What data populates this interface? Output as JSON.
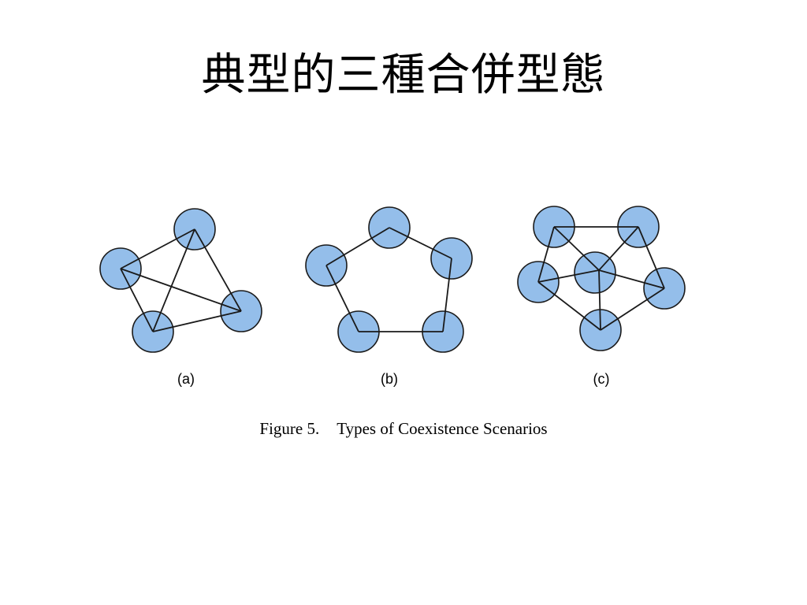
{
  "slide": {
    "title": "典型的三種合併型態"
  },
  "figure": {
    "node_color": "#94BEEA",
    "panels": [
      {
        "label": "(a)",
        "node_count": 4,
        "edges": [
          [
            0,
            1
          ],
          [
            0,
            2
          ],
          [
            0,
            3
          ],
          [
            1,
            2
          ],
          [
            1,
            3
          ],
          [
            2,
            3
          ]
        ]
      },
      {
        "label": "(b)",
        "node_count": 5,
        "edges": [
          [
            0,
            1
          ],
          [
            1,
            2
          ],
          [
            2,
            3
          ],
          [
            3,
            4
          ],
          [
            4,
            0
          ]
        ]
      },
      {
        "label": "(c)",
        "node_count": 6,
        "edges": [
          [
            0,
            1
          ],
          [
            1,
            2
          ],
          [
            2,
            3
          ],
          [
            3,
            4
          ],
          [
            4,
            0
          ],
          [
            5,
            0
          ],
          [
            5,
            1
          ],
          [
            5,
            2
          ],
          [
            5,
            3
          ],
          [
            5,
            4
          ]
        ]
      }
    ],
    "caption_number": "Figure 5.",
    "caption_text": "Types of Coexistence Scenarios"
  }
}
